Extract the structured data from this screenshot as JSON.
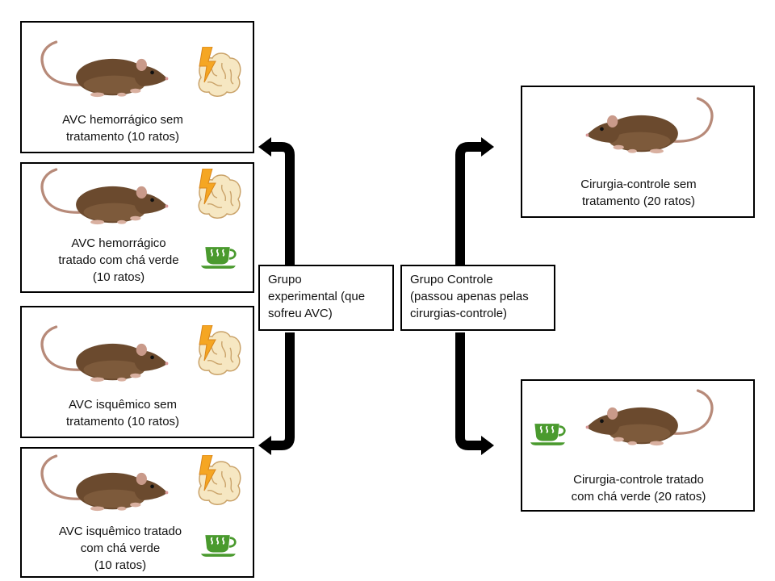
{
  "diagram": {
    "experimental_group": {
      "label": "Grupo\nexperimental (que\nsofreu AVC)"
    },
    "control_group": {
      "label": "Grupo Controle\n(passou apenas pelas\ncirurgias-controle)"
    },
    "boxes": {
      "hem_untreated": {
        "label": "AVC hemorrágico sem\ntratamento (10 ratos)"
      },
      "hem_tea": {
        "label": "AVC hemorrágico\ntratado com chá verde\n(10 ratos)"
      },
      "isc_untreated": {
        "label": "AVC isquêmico sem\ntratamento (10 ratos)"
      },
      "isc_tea": {
        "label": "AVC isquêmico tratado\ncom chá verde\n(10 ratos)"
      },
      "ctrl_untreated": {
        "label": "Cirurgia-controle sem\ntratamento (20 ratos)"
      },
      "ctrl_tea": {
        "label": "Cirurgia-controle tratado\ncom chá verde (20 ratos)"
      }
    },
    "icons": [
      "rat-icon",
      "brain-lightning-icon",
      "green-tea-cup-icon",
      "arrow-icon"
    ],
    "colors": {
      "rat_body": "#6b4a2e",
      "rat_belly": "#c9a98a",
      "brain": "#f6e7c2",
      "lightning": "#f5a623",
      "tea": "#4a9a2e",
      "arrow": "#000000"
    }
  }
}
